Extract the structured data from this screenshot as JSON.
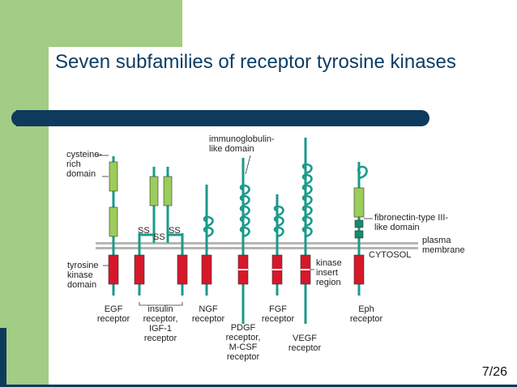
{
  "slide": {
    "title": "Seven subfamilies of receptor tyrosine kinases",
    "page_number": "7/26"
  },
  "labels": {
    "cysteine_rich": [
      "cysteine-",
      "rich",
      "domain"
    ],
    "immunoglobulin": [
      "immunoglobulin-",
      "like domain"
    ],
    "fibronectin": [
      "fibronectin-type III-",
      "like domain"
    ],
    "plasma_membrane": [
      "plasma",
      "membrane"
    ],
    "cytosol": "CYTOSOL",
    "tyrosine_kinase": [
      "tyrosine",
      "kinase",
      "domain"
    ],
    "kinase_insert": [
      "kinase",
      "insert",
      "region"
    ],
    "disulfide": "SS"
  },
  "receptors": [
    {
      "name": [
        "EGF",
        "receptor"
      ]
    },
    {
      "name": [
        "insulin",
        "receptor,",
        "IGF-1",
        "receptor"
      ]
    },
    {
      "name": [
        "NGF",
        "receptor"
      ]
    },
    {
      "name": [
        "PDGF",
        "receptor,",
        "M-CSF",
        "receptor"
      ]
    },
    {
      "name": [
        "FGF",
        "receptor"
      ]
    },
    {
      "name": [
        "VEGF",
        "receptor"
      ]
    },
    {
      "name": [
        "Eph",
        "receptor"
      ]
    }
  ],
  "colors": {
    "stem": "#1a9a8a",
    "cysteine_domain": "#9ccc5a",
    "kinase_domain": "#d6182a",
    "fibronectin_domain": "#1a8a6a",
    "membrane": "#b5b5b5",
    "title": "#0e3d63",
    "accent_bar": "#0d3a5d",
    "side_band": "#a3cc84"
  }
}
